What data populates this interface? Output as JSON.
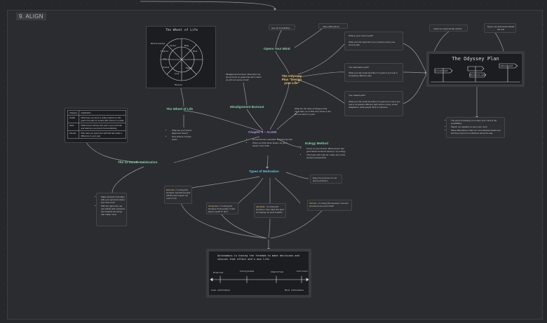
{
  "frame": {
    "label": "9. ALIGN"
  },
  "center": {
    "title": "Chapter 9 – ALIGN",
    "bullets": [
      "Not all intrinsic motivation is inherently bad",
      "When we think about ideals, we get a clearer view of life"
    ]
  },
  "wheel": {
    "title": "The Wheel of Life",
    "caption": "What are your lowest alignment areas?",
    "caption2": "New actions in those areas",
    "image_title": "The Wheel of Life",
    "spokes": [
      "Relationships",
      "Career",
      "Body",
      "Mind",
      "Finance",
      "Fun",
      "Growth",
      "Love",
      "Family",
      "Mission"
    ]
  },
  "celebration": {
    "title": "The 12 month Celebration",
    "bullets": [
      "Make decisions that align with your personal values and most of all",
      "With the right tools, we can satisfy with ourselves and towards the things that matter most"
    ],
    "table": {
      "headers": [
        "Category",
        "Celebration"
      ],
      "rows": [
        [
          "Health",
          "What have you done to make progress on this goal in the past 12 months with a focus on results"
        ],
        [
          "Work",
          "What did you achieve this year in your work life and what are you proud of accomplishing"
        ],
        [
          "Friends",
          "Who have you spent time with that has made a difference to your year"
        ]
      ]
    }
  },
  "misalignment": {
    "title": "Misalignment Burnout",
    "text": "Misalignment burnout: what when we spend focus on goals that don't match up with our sense of self"
  },
  "odyssey": {
    "title": "The Odyssey Plan \"Design your Life\"",
    "q1": "What are the three archetypes that might take you a little step closer to the life you want in a year",
    "open": "Opens Your Mind",
    "possibilities": "See the Possibilities",
    "affirmations": "Value Affirmations",
    "paths": [
      {
        "head": "What is your current path?",
        "body": "What your life looks like if you continue down your current path"
      },
      {
        "head": "Your alternative path?",
        "body": "What your life would look like in 5 years if you took a completely different path"
      },
      {
        "head": "Your radical path?",
        "body": "What your life would look like in 5 years from now if you took a completely different path where money, social obligations, what people think is irrelevant"
      }
    ],
    "experimental": "Adopt an experimental outlook",
    "figure": "Figure out what works ahead the rest",
    "image_title": "The Odyssey Plan",
    "signs": [
      "Current path",
      "Alternative path",
      "Radical path"
    ],
    "bullets": [
      "The point of Odyssey is to Open your mind to the possibilities",
      "Sketch out regularly to open your mind",
      "Value affirmations make our most abstract ideals real and they boost our confidence along the way"
    ]
  },
  "eulogy": {
    "title": "Eulogy Method",
    "bullets": [
      "Focus on your funeral. What would I feel good about someone saying in my eulogy",
      "This helps with what do I value from other peoples perspectives"
    ]
  },
  "motivation": {
    "title": "Types of Motivation",
    "enjoy": "Enjoy the process; it's not about perfection",
    "types": [
      {
        "name": "External",
        "text": "– I'm doing this because important people will like and respect me more if I do"
      },
      {
        "name": "Introjected",
        "text": "– I'm doing this because I'll feel guilty or bad about myself if I don't"
      },
      {
        "name": "Identified",
        "text": "– I'm doing this because I truly value this goal it's helping me work towards"
      },
      {
        "name": "Intrinsic",
        "text": "– I'm doing this because I love the process as an end in itself"
      }
    ]
  },
  "spectrum": {
    "caption": "Autonomous is having the freedom to make decisions and choices that affect one's own life.",
    "labels": [
      "External",
      "Introjected",
      "Identified",
      "Intrinsic"
    ],
    "left": "Less autonomous",
    "right": "More autonomous"
  }
}
